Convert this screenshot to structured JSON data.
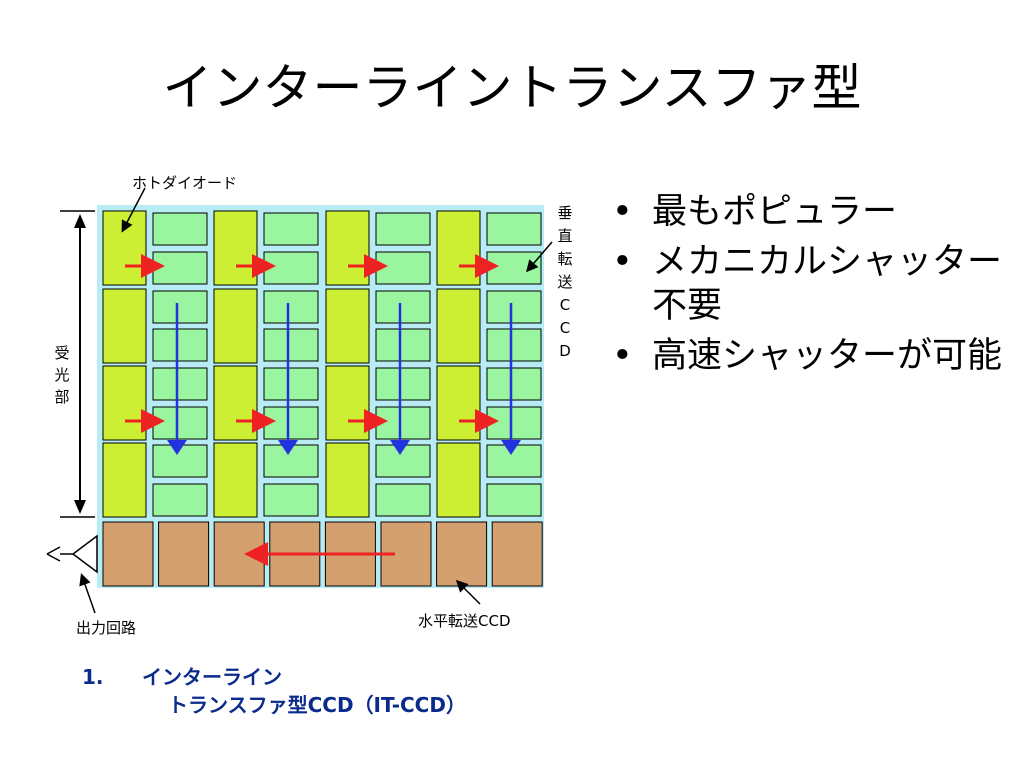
{
  "slide": {
    "title": "インターライントランスファ型",
    "bullets": [
      {
        "marker": "•",
        "text": "最もポピュラー"
      },
      {
        "marker": "•",
        "text": "メカニカルシャッター不要"
      },
      {
        "marker": "•",
        "text": "高速シャッターが可能"
      }
    ]
  },
  "diagram": {
    "labels": {
      "photodiode": "ホトダイオード",
      "vertical_ccd_chars": [
        "垂",
        "直",
        "転",
        "送",
        "C",
        "C",
        "D"
      ],
      "light_receiving_chars": [
        "受",
        "光",
        "部"
      ],
      "output_circuit": "出力回路",
      "horizontal_ccd": "水平転送CCD"
    },
    "caption": {
      "number": "1.",
      "line1": "インターライン",
      "line2": "トランスファ型CCD（IT-CCD）"
    },
    "colors": {
      "background_cyan": "#b8ecf4",
      "photodiode": "#ccee33",
      "vertical_ccd": "#99f5a0",
      "horizontal_ccd": "#d4a070",
      "red_arrow": "#ee2222",
      "blue_arrow": "#2233dd",
      "caption": "#0a2a8c"
    }
  }
}
